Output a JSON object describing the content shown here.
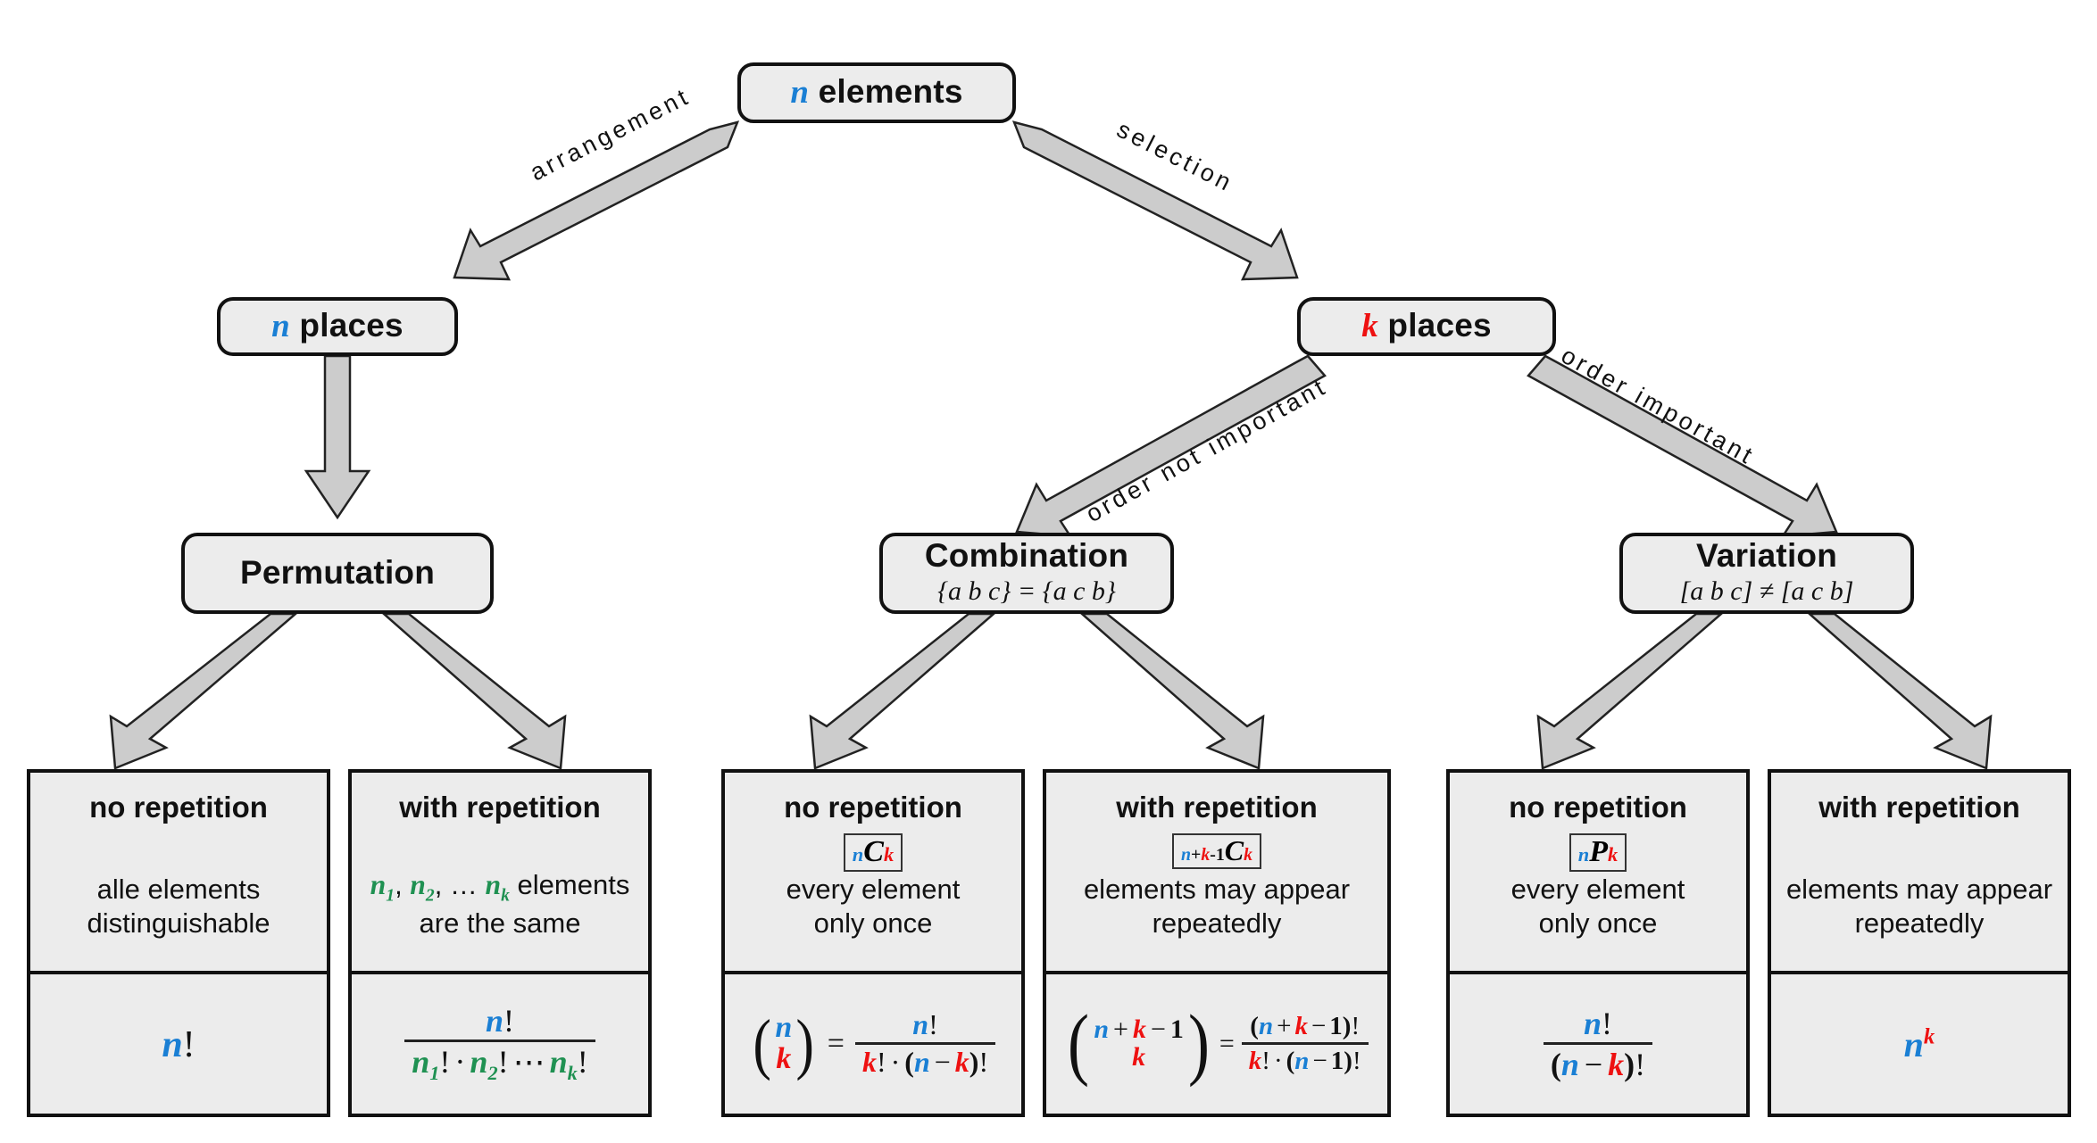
{
  "diagram": {
    "title": "Combinatorics overview: permutation, combination, variation",
    "colors": {
      "n": "#1a7fd4",
      "k": "#ee1111",
      "green": "#1f9152",
      "box_fill": "#ececec",
      "box_border": "#111111",
      "arrow_fill": "#cccccc"
    }
  },
  "root": {
    "label_var": "n",
    "label_text": "elements"
  },
  "level2": {
    "left": {
      "label_var": "n",
      "label_text": "places"
    },
    "right": {
      "label_var": "k",
      "label_text": "places"
    }
  },
  "edges": {
    "arrangement": "arrangement",
    "selection": "selection",
    "order_not_important": "order not important",
    "order_important": "order important"
  },
  "level3": [
    {
      "name": "permutation",
      "title": "Permutation",
      "subtitle": ""
    },
    {
      "name": "combination",
      "title": "Combination",
      "subtitle": "{a b c} = {a c b}"
    },
    {
      "name": "variation",
      "title": "Variation",
      "subtitle": "[a b c] ≠ [a c b]"
    }
  ],
  "cards": [
    {
      "name": "permutation-no-repetition",
      "head": "no repetition",
      "notation": "",
      "desc_lines": [
        "alle elements",
        "distinguishable"
      ],
      "formula": "n!"
    },
    {
      "name": "permutation-with-repetition",
      "head": "with repetition",
      "notation": "",
      "desc_lines": [
        "n₁, n₂, … nₖ elements",
        "are the same"
      ],
      "formula": "n! / (n₁! · n₂! ⋯ nₖ!)"
    },
    {
      "name": "combination-no-repetition",
      "head": "no repetition",
      "notation": "nCk",
      "desc_lines": [
        "every element",
        "only once"
      ],
      "formula": "(n choose k) = n! / (k! · (n − k)!)"
    },
    {
      "name": "combination-with-repetition",
      "head": "with repetition",
      "notation": "n+k-1Ck",
      "desc_lines": [
        "elements may appear",
        "repeatedly"
      ],
      "formula": "(n + k − 1 choose k) = (n + k − 1)! / (k! · (n − 1)!)"
    },
    {
      "name": "variation-no-repetition",
      "head": "no repetition",
      "notation": "nPk",
      "desc_lines": [
        "every element",
        "only once"
      ],
      "formula": "n! / (n − k)!"
    },
    {
      "name": "variation-with-repetition",
      "head": "with repetition",
      "notation": "",
      "desc_lines": [
        "elements may appear",
        "repeatedly"
      ],
      "formula": "n^k"
    }
  ],
  "symbols": {
    "n": "n",
    "k": "k",
    "bang": "!",
    "equals": "=",
    "plus": "+",
    "minus": "−",
    "cdot": "·",
    "cdots": "⋯",
    "C": "C",
    "P": "P",
    "one": "1",
    "n1": "n",
    "n2": "n",
    "nk": "n",
    "sub1": "1",
    "sub2": "2",
    "subk": "k"
  }
}
